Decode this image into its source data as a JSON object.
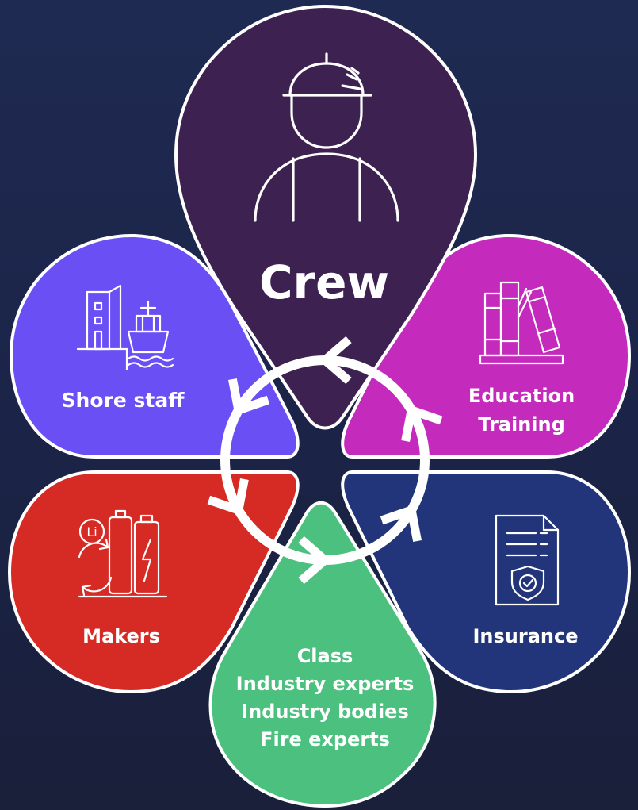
{
  "colors": {
    "background": "#1e2749",
    "crew": "#3d2150",
    "shore_staff": "#6a4ff5",
    "education": "#c42bbd",
    "makers": "#d62a24",
    "class": "#4cc07e",
    "insurance": "#22357a",
    "outline": "#ffffff"
  },
  "petals": {
    "crew": {
      "label": "Crew",
      "icon": "worker-hardhat-icon"
    },
    "shore_staff": {
      "label": "Shore staff",
      "icon": "building-ship-icon"
    },
    "education": {
      "line1": "Education",
      "line2": "Training",
      "icon": "books-icon"
    },
    "makers": {
      "label": "Makers",
      "icon": "lithium-battery-icon"
    },
    "class": {
      "line1": "Class",
      "line2": "Industry experts",
      "line3": "Industry bodies",
      "line4": "Fire experts"
    },
    "insurance": {
      "label": "Insurance",
      "icon": "document-shield-icon"
    }
  },
  "cycle": {
    "direction": "counter-clockwise",
    "arrow_count": 6
  }
}
